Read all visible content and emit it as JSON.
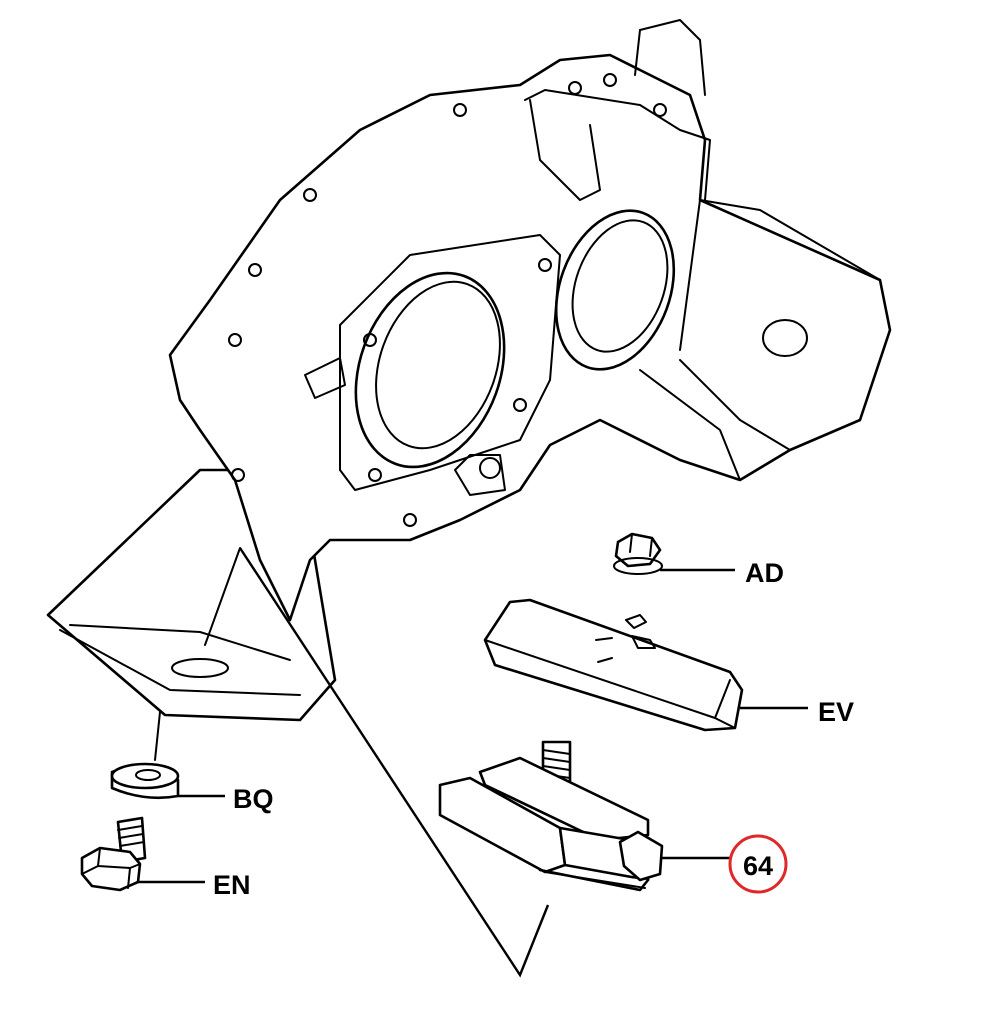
{
  "diagram": {
    "callouts": [
      {
        "id": "AD",
        "label": "AD"
      },
      {
        "id": "EV",
        "label": "EV"
      },
      {
        "id": "BQ",
        "label": "BQ"
      },
      {
        "id": "EN",
        "label": "EN"
      },
      {
        "id": "64",
        "label": "64",
        "highlighted": true
      }
    ],
    "colors": {
      "line": "#000000",
      "background": "#ffffff",
      "highlight_circle": "#e0282a"
    }
  }
}
